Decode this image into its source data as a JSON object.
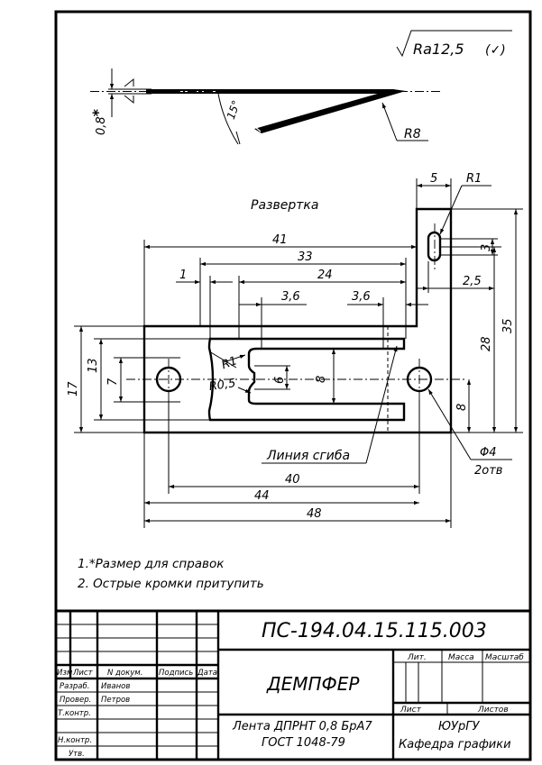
{
  "roughness": {
    "value": "Ra12,5",
    "suffix": "(✓)"
  },
  "side_view": {
    "thickness": "0,8",
    "thickness_mark": "*",
    "angle": "15°",
    "radius": "R8"
  },
  "flat_pattern": {
    "title": "Развертка",
    "dims": {
      "d41": "41",
      "d33": "33",
      "d24": "24",
      "d1": "1",
      "d36a": "3,6",
      "d36b": "3,6",
      "d5": "5",
      "dR1top": "R1",
      "d3": "3",
      "d25": "2,5",
      "d35": "35",
      "d28": "28",
      "d17": "17",
      "d13": "13",
      "d7": "7",
      "d6": "6",
      "d8mid": "8",
      "d8right": "8",
      "dR1": "R1",
      "dR05": "R0,5",
      "d40": "40",
      "d44": "44",
      "d48": "48",
      "phi4": "Φ4",
      "holes": "2отв"
    },
    "bend_line_label": "Линия сгиба"
  },
  "notes": [
    "1.*Размер для справок",
    "2. Острые кромки притупить"
  ],
  "title_block": {
    "designation": "ПС-194.04.15.115.003",
    "name": "ДЕМПФЕР",
    "material_line1": "Лента ДПРНТ 0,8 БрА7",
    "material_line2": "ГОСТ 1048-79",
    "org_line1": "ЮУрГУ",
    "org_line2": "Кафедра графики",
    "col_headers": [
      "Изм",
      "Лист",
      "N докум.",
      "Подпись",
      "Дата"
    ],
    "role_rows": [
      {
        "role": "Разраб.",
        "name": "Иванов"
      },
      {
        "role": "Провер.",
        "name": "Петров"
      },
      {
        "role": "Т.контр.",
        "name": ""
      },
      {
        "role": "",
        "name": ""
      },
      {
        "role": "Н.контр.",
        "name": ""
      },
      {
        "role": "Утв.",
        "name": ""
      }
    ],
    "lit_label": "Лит.",
    "mass_label": "Масса",
    "scale_label": "Масштаб",
    "sheet_label": "Лист",
    "sheets_label": "Листов"
  }
}
